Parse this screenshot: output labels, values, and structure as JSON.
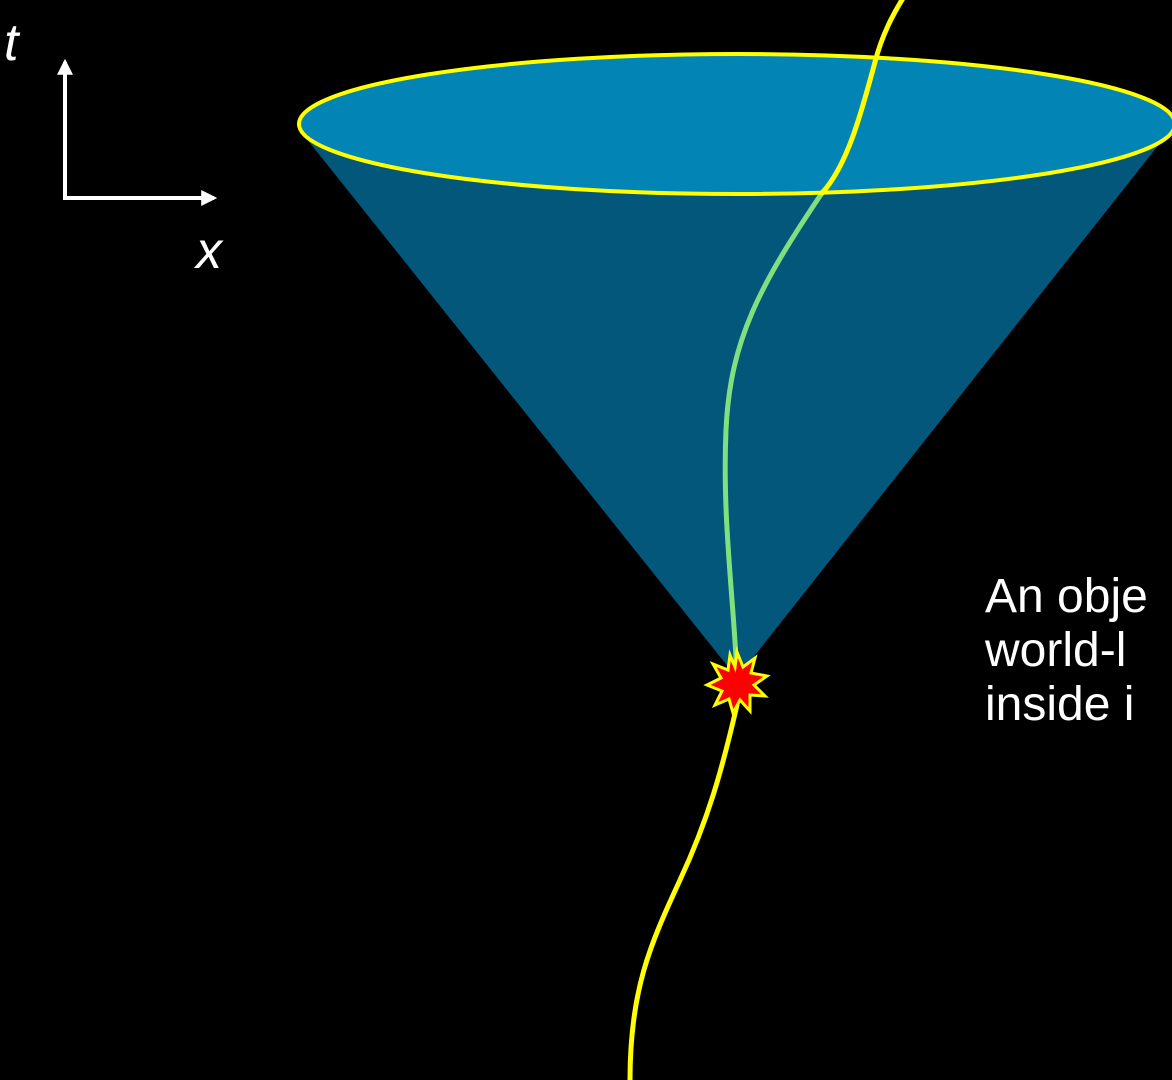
{
  "axes": {
    "time_label": "t",
    "space_label": "x"
  },
  "caption": {
    "lines": [
      "An obje",
      "world-l",
      "inside i"
    ]
  },
  "colors": {
    "background": "#000000",
    "cone_body": "#02577a",
    "cone_top": "#0284b5",
    "rim": "#ffff00",
    "worldline_outside": "#ffff00",
    "worldline_inside": "#7fe07f",
    "event_fill": "#ff0000",
    "event_outline": "#ffff00",
    "axis": "#ffffff"
  },
  "icons": {
    "event": "starburst-icon"
  }
}
